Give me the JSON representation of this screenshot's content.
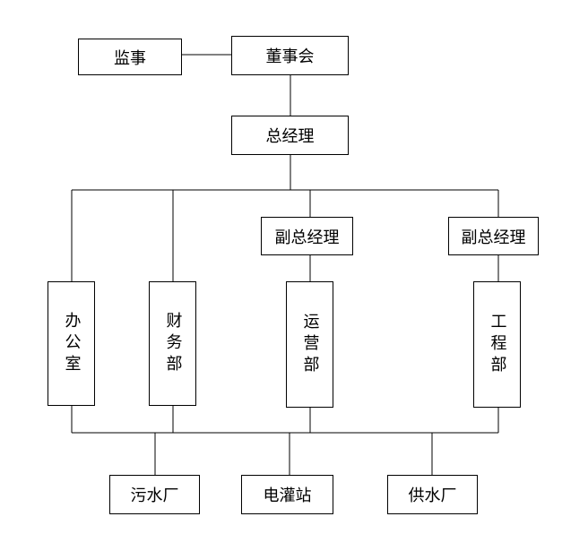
{
  "org_chart": {
    "supervisor": "监事",
    "board": "董事会",
    "general_manager": "总经理",
    "deputy_gm_1": "副总经理",
    "deputy_gm_2": "副总经理",
    "office": "办公室",
    "finance": "财务部",
    "operations": "运营部",
    "engineering": "工程部",
    "sewage_plant": "污水厂",
    "irrigation_station": "电灌站",
    "water_supply_plant": "供水厂"
  }
}
